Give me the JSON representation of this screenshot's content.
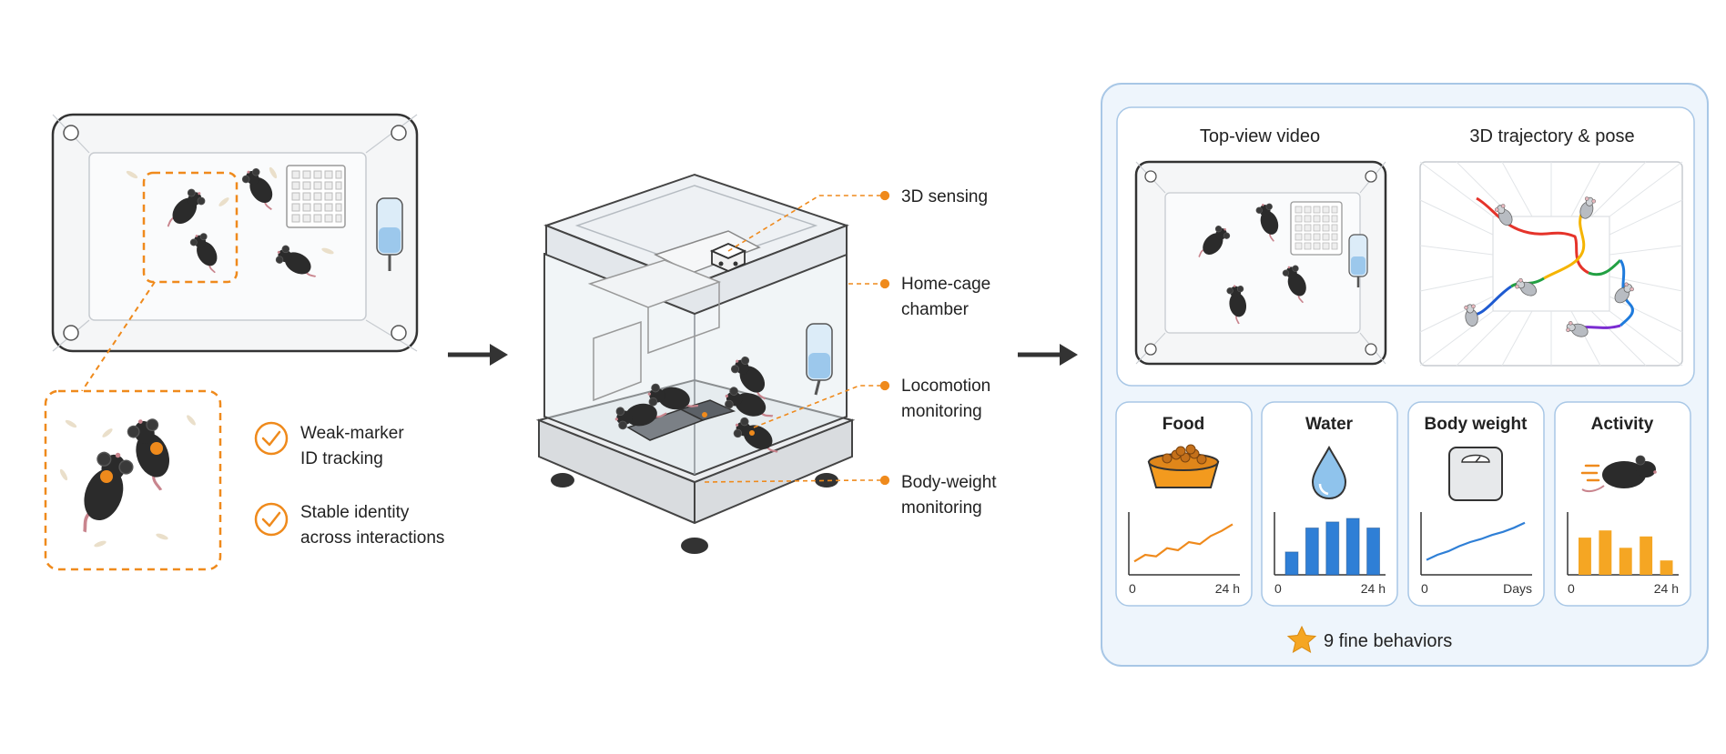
{
  "left": {
    "features": [
      {
        "line1": "Weak-marker",
        "line2": "ID tracking"
      },
      {
        "line1": "Stable identity",
        "line2": "across interactions"
      }
    ]
  },
  "middle": {
    "callouts": [
      {
        "line1": "3D sensing",
        "line2": ""
      },
      {
        "line1": "Home-cage",
        "line2": "chamber"
      },
      {
        "line1": "Locomotion",
        "line2": "monitoring"
      },
      {
        "line1": "Body-weight",
        "line2": "monitoring"
      }
    ]
  },
  "right": {
    "video_title": "Top-view video",
    "trajectory_title": "3D trajectory & pose",
    "summary": "9 fine behaviors",
    "metrics": [
      {
        "title": "Food",
        "x_start": "0",
        "x_end": "24 h",
        "chart": "line",
        "values": [
          0.12,
          0.25,
          0.22,
          0.38,
          0.34,
          0.5,
          0.46,
          0.62,
          0.72,
          0.85
        ],
        "color": "#ef8a1c"
      },
      {
        "title": "Water",
        "x_start": "0",
        "x_end": "24 h",
        "chart": "bar",
        "values": [
          0.38,
          0.78,
          0.88,
          0.94,
          0.78
        ],
        "color": "#2f7fd6"
      },
      {
        "title": "Body weight",
        "x_start": "0",
        "x_end": "Days",
        "chart": "line",
        "values": [
          0.15,
          0.25,
          0.32,
          0.42,
          0.5,
          0.56,
          0.64,
          0.7,
          0.78,
          0.88
        ],
        "color": "#2f7fd6"
      },
      {
        "title": "Activity",
        "x_start": "0",
        "x_end": "24 h",
        "chart": "bar",
        "values": [
          0.62,
          0.74,
          0.45,
          0.64,
          0.24
        ],
        "color": "#f5a623"
      }
    ]
  },
  "colors": {
    "accent": "#ef8a1c",
    "panel_bg": "#eef5fc",
    "panel_border": "#a8c7e6",
    "mouse": "#2b2b2b"
  }
}
